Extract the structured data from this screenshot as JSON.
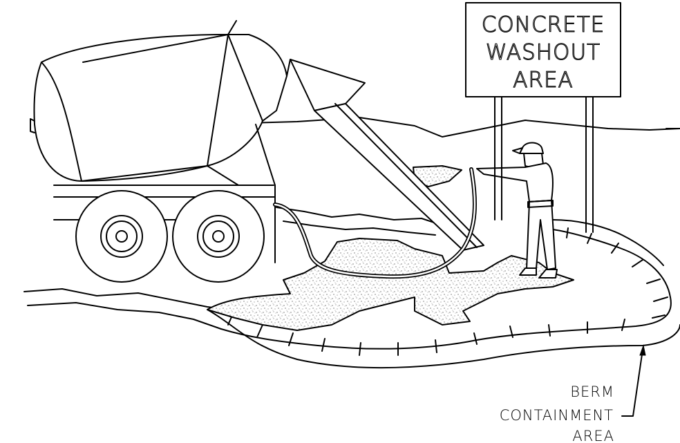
{
  "sign": {
    "line1": "CONCRETE",
    "line2": "WASHOUT",
    "line3": "AREA"
  },
  "callout": {
    "line1": "BERM",
    "line2": "CONTAINMENT",
    "line3": "AREA"
  }
}
